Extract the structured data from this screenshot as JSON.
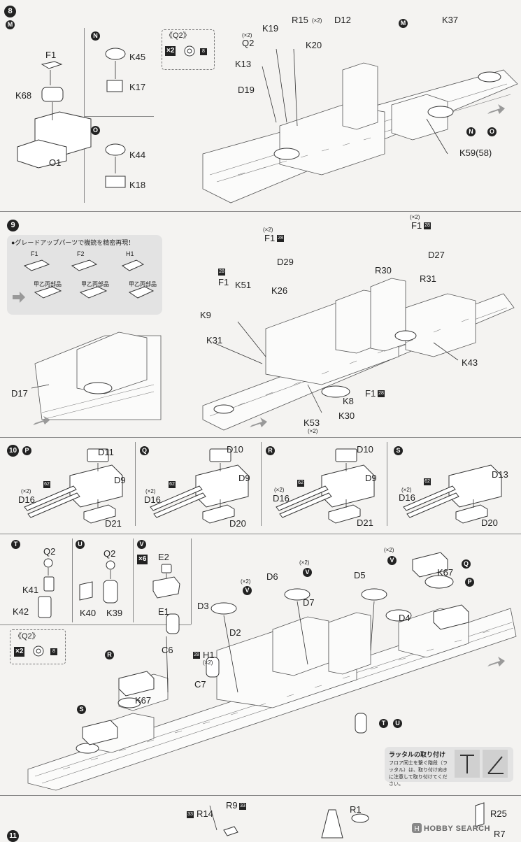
{
  "steps": {
    "s8": "8",
    "s9": "9",
    "s10": "10",
    "s11": "11"
  },
  "step8": {
    "circ_main": "M",
    "F1": "F1",
    "K68": "K68",
    "O1": "O1",
    "circ_N": "N",
    "K45": "K45",
    "K17": "K17",
    "circ_O": "O",
    "K44": "K44",
    "K18": "K18",
    "q2_title": "《Q2》",
    "x2": "×2",
    "badge8": "8",
    "labels": {
      "x2a": "(×2)",
      "Q2": "Q2",
      "K19": "K19",
      "R15": "R15",
      "R15x2": "(×2)",
      "K20": "K20",
      "K13": "K13",
      "D19": "D19",
      "D12": "D12",
      "M": "M",
      "K37": "K37",
      "K59": "K59(58)",
      "N": "N",
      "O": "O"
    }
  },
  "step9": {
    "info_title": "●グレードアップパーツで機銃を精密再現！",
    "F1": "F1",
    "F2": "F2",
    "H1": "H1",
    "koukei1": "甲乙丙部品",
    "koukei2": "甲乙丙部品",
    "koukei3": "甲乙丙部品",
    "D17": "D17",
    "labels": {
      "x2a": "(×2)",
      "F1a": "F1",
      "b28a": "28",
      "D29": "D29",
      "b28b": "28",
      "F1b": "F1",
      "K51": "K51",
      "K26": "K26",
      "K9": "K9",
      "K31": "K31",
      "x2b": "(×2)",
      "F1c": "F1",
      "b28c": "28",
      "D27": "D27",
      "R30": "R30",
      "R31": "R31",
      "K43": "K43",
      "F1d": "F1",
      "b28d": "28",
      "K8": "K8",
      "K30": "K30",
      "K53": "K53",
      "x2c": "(×2)"
    }
  },
  "step10": {
    "panels": [
      {
        "circ": "P",
        "top": "D11",
        "gun": "D9",
        "barrel": "D16",
        "x2": "(×2)",
        "badge": "62",
        "base": "D21"
      },
      {
        "circ": "Q",
        "top": "D10",
        "gun": "D9",
        "barrel": "D16",
        "x2": "(×2)",
        "badge": "62",
        "base": "D20"
      },
      {
        "circ": "R",
        "top": "D10",
        "gun": "D9",
        "barrel": "D16",
        "x2": "(×2)",
        "badge": "62",
        "base": "D21"
      },
      {
        "circ": "S",
        "top": "",
        "gun": "D13",
        "barrel": "D16",
        "x2": "(×2)",
        "badge": "62",
        "base": "D20"
      }
    ],
    "T": {
      "circ": "T",
      "Q2": "Q2",
      "K41": "K41",
      "K42": "K42"
    },
    "U": {
      "circ": "U",
      "Q2": "Q2",
      "K40": "K40",
      "K39": "K39"
    },
    "V": {
      "circ": "V",
      "x6": "×6",
      "E2": "E2",
      "E1": "E1"
    },
    "q2_title": "《Q2》",
    "x2": "×2",
    "badge8": "8",
    "labels": {
      "D6": "D6",
      "D6x2": "(×2)",
      "D5": "D5",
      "D5x2": "(×2)",
      "Q": "Q",
      "K67a": "K67",
      "P": "P",
      "D3": "D3",
      "D3x2": "(×2)",
      "D7": "D7",
      "D4": "D4",
      "D2": "D2",
      "C6": "C6",
      "H1": "H1",
      "H1x2": "(×2)",
      "b28": "28",
      "R": "R",
      "C7": "C7",
      "K67b": "K67",
      "S": "S",
      "T": "T",
      "U": "U",
      "V1": "V",
      "V2": "V",
      "V3": "V",
      "V4": "V"
    },
    "ladder_title": "ラッタルの取り付け",
    "ladder_text": "フロア同士を繋ぐ階段（ラッタル）は、取り付け向きに注意して取り付けてください。"
  },
  "step11": {
    "R14": "R14",
    "b33a": "33",
    "R9": "R9",
    "b33b": "33",
    "R1": "R1",
    "R25": "R25",
    "R7": "R7"
  },
  "watermark": "HOBBY SEARCH",
  "colors": {
    "ink": "#222222",
    "line": "#888888",
    "paper": "#f4f3f1",
    "infobox": "#e3e3e3"
  }
}
